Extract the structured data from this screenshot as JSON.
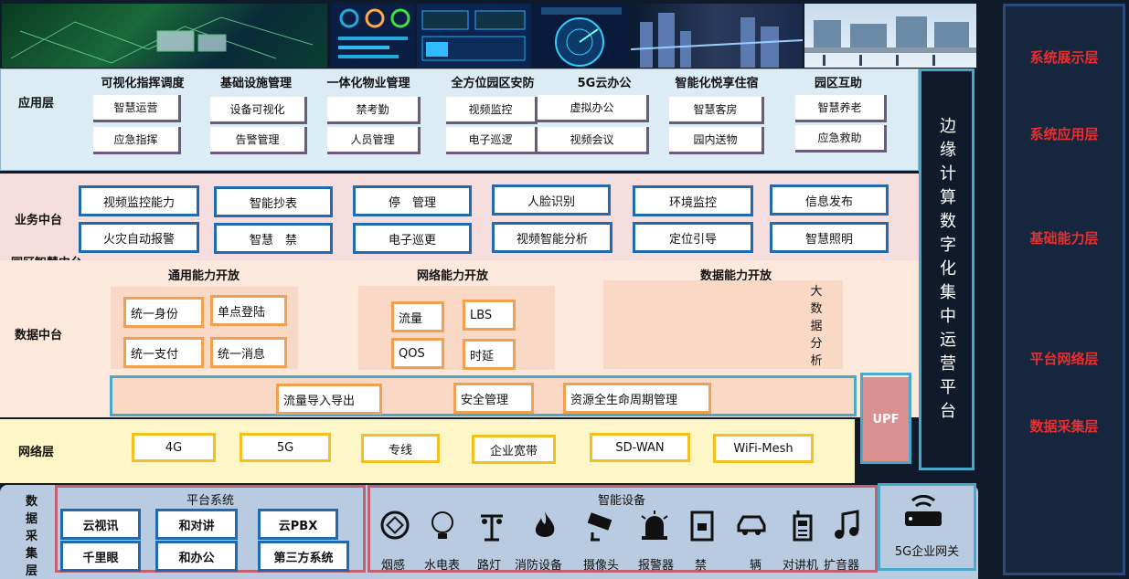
{
  "app_layer": {
    "label": "应用层",
    "categories": [
      {
        "title": "可视化指挥调度",
        "items": [
          "智慧运营",
          "应急指挥"
        ]
      },
      {
        "title": "基础设施管理",
        "items": [
          "设备可视化",
          "告警管理"
        ]
      },
      {
        "title": "一体化物业管理",
        "items": [
          "禁考勤",
          "人员管理"
        ]
      },
      {
        "title": "全方位园区安防",
        "items": [
          "视频监控",
          "电子巡逻"
        ]
      },
      {
        "title": "5G云办公",
        "items": [
          "虚拟办公",
          "视频会议"
        ]
      },
      {
        "title": "智能化悦享住宿",
        "items": [
          "智慧客房",
          "园内送物"
        ]
      },
      {
        "title": "园区互助",
        "items": [
          "智慧养老",
          "应急救助"
        ]
      }
    ]
  },
  "biz_platform": {
    "label": "业务中台",
    "row1": [
      "视频监控能力",
      "智能抄表",
      "停　管理",
      "人脸识别",
      "环境监控",
      "信息发布"
    ],
    "row2": [
      "火灾自动报警",
      "智慧　禁",
      "电子巡更",
      "视频智能分析",
      "定位引导",
      "智慧照明"
    ]
  },
  "park_platform_label": "园区智慧中台",
  "data_platform": {
    "label": "数据中台",
    "general_title": "通用能力开放",
    "general_items": [
      "统一身份",
      "单点登陆",
      "统一支付",
      "统一消息"
    ],
    "network_title": "网络能力开放",
    "network_items": [
      "流量",
      "LBS",
      "QOS",
      "时延"
    ],
    "data_title": "数据能力开放",
    "bigdata_label": "大数据分析",
    "bar_items": [
      "流量导入导出",
      "安全管理",
      "资源全生命周期管理"
    ]
  },
  "upf_label": "UPF",
  "network_layer": {
    "label": "网络层",
    "items": [
      "4G",
      "5G",
      "专线",
      "企业宽带",
      "SD-WAN",
      "WiFi-Mesh"
    ]
  },
  "collect_layer": {
    "label": "数据采集层",
    "platform_title": "平台系统",
    "platform_items": [
      "云视讯",
      "和对讲",
      "云PBX",
      "千里眼",
      "和办公",
      "第三方系统"
    ],
    "device_title": "智能设备",
    "devices": [
      {
        "label": "烟感",
        "icon": "smoke-sensor-icon"
      },
      {
        "label": "水电表",
        "icon": "meter-icon"
      },
      {
        "label": "路灯",
        "icon": "streetlight-icon"
      },
      {
        "label": "消防设备",
        "icon": "fire-icon"
      },
      {
        "label": "摄像头",
        "icon": "camera-icon"
      },
      {
        "label": "报警器",
        "icon": "alarm-icon"
      },
      {
        "label": "禁",
        "icon": "door-icon"
      },
      {
        "label": "辆",
        "icon": "car-icon"
      },
      {
        "label": "对讲机",
        "icon": "walkie-talkie-icon"
      },
      {
        "label": "扩音器",
        "icon": "music-icon"
      }
    ],
    "gateway_label": "5G企业网关"
  },
  "edge_platform_label": "边缘计算数字化集中运营平台",
  "right_panel": [
    "系统展示层",
    "系统应用层",
    "基础能力层",
    "平台网络层",
    "数据采集层"
  ],
  "colors": {
    "dark_bg": "#0f1b2a",
    "blue_border": "#1f6ab0",
    "orange_border": "#f0a050",
    "yellow_border": "#f4c020",
    "red_label": "#e53030",
    "upf_fill": "#d99090"
  }
}
